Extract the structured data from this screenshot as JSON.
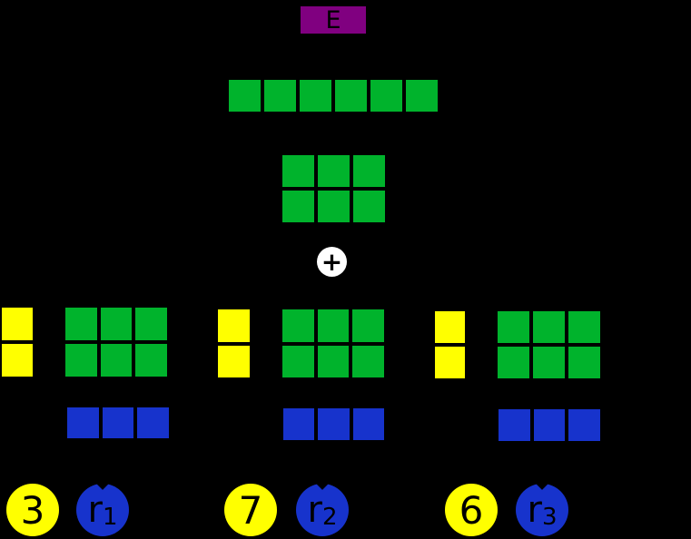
{
  "colors": {
    "background": "#000000",
    "green": "#00b32c",
    "yellow": "#ffff00",
    "blue": "#1733cc",
    "purple": "#800080",
    "white": "#ffffff",
    "text": "#000000"
  },
  "root": {
    "label": "E"
  },
  "unit_row": {
    "rows": 1,
    "cols": 6,
    "color": "green"
  },
  "sum_grid": {
    "rows": 2,
    "cols": 3,
    "color": "green"
  },
  "operator": {
    "symbol": "+"
  },
  "groups": [
    {
      "coeff_block": {
        "rows": 2,
        "cols": 1,
        "color": "yellow"
      },
      "basis_grid": {
        "rows": 2,
        "cols": 3,
        "color": "green"
      },
      "vector_row": {
        "rows": 1,
        "cols": 3,
        "color": "blue"
      },
      "coeff_label": "3",
      "vector_label": "r",
      "vector_subscript": "1"
    },
    {
      "coeff_block": {
        "rows": 2,
        "cols": 1,
        "color": "yellow"
      },
      "basis_grid": {
        "rows": 2,
        "cols": 3,
        "color": "green"
      },
      "vector_row": {
        "rows": 1,
        "cols": 3,
        "color": "blue"
      },
      "coeff_label": "7",
      "vector_label": "r",
      "vector_subscript": "2"
    },
    {
      "coeff_block": {
        "rows": 2,
        "cols": 1,
        "color": "yellow"
      },
      "basis_grid": {
        "rows": 2,
        "cols": 3,
        "color": "green"
      },
      "vector_row": {
        "rows": 1,
        "cols": 3,
        "color": "blue"
      },
      "coeff_label": "6",
      "vector_label": "r",
      "vector_subscript": "3"
    }
  ]
}
